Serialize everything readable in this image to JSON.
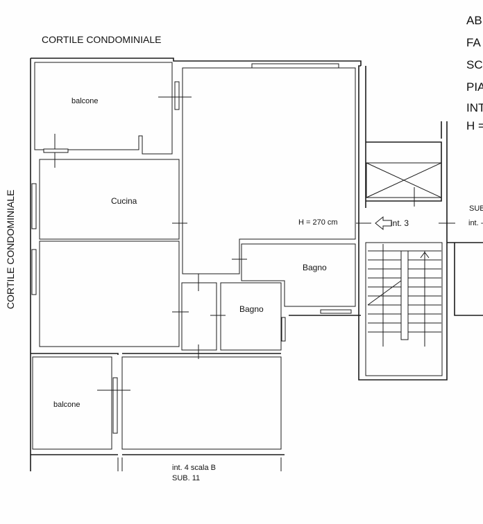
{
  "labels": {
    "courtyard_top": "CORTILE CONDOMINIALE",
    "courtyard_left": "CORTILE CONDOMINIALE",
    "balcony_top": "balcone",
    "kitchen": "Cucina",
    "height_note": "H = 270 cm",
    "entrance": "int. 3",
    "bath_1": "Bagno",
    "bath_2": "Bagno",
    "balcony_bottom": "balcone",
    "unit_below_line1": "int. 4 scala B",
    "unit_below_line2": "SUB. 11",
    "neighbor_sub": "SUB",
    "neighbor_int": "int. -"
  },
  "legend_fragments": [
    "AB",
    "FA",
    "SC",
    "PIA",
    "INT",
    "H ="
  ]
}
